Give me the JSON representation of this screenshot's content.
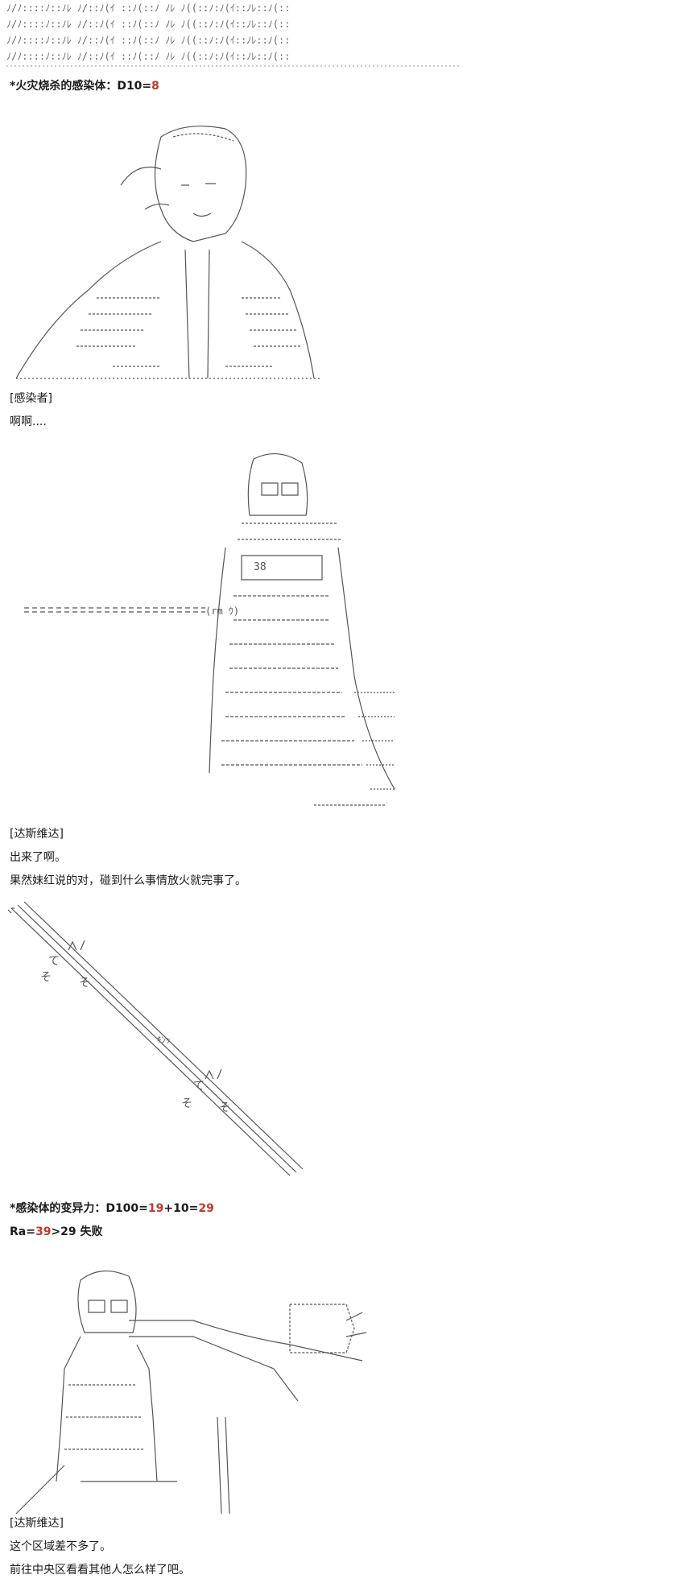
{
  "colors": {
    "text": "#1b1b1b",
    "roll_result": "#c0392b",
    "ascii_art": "#555555"
  },
  "roll1": {
    "label": "*火灾烧杀的感染体：D10=",
    "result": "8"
  },
  "block1": {
    "speaker": "[感染者]",
    "line1": "啊啊...."
  },
  "block2": {
    "speaker": "[达斯维达]",
    "line1": "出来了啊。",
    "line2": "果然妹红说的对，碰到什么事情放火就完事了。"
  },
  "sfx": {
    "kin": "ｷﾝｯ",
    "te": "て",
    "so": "そ"
  },
  "roll2": {
    "label": "*感染体的变异力：D100=",
    "r1": "19",
    "plus": "+10=",
    "r2": "29"
  },
  "roll3": {
    "prefix": "Ra=",
    "r": "39",
    "suffix": ">29 失败"
  },
  "block3": {
    "speaker": "[达斯维达]",
    "line1": "这个区域差不多了。",
    "line2": "前往中央区看看其他人怎么样了吧。"
  },
  "art_glyphs": {
    "fire": "ﾉ/ﾉ::::ﾉ::ﾉﾚ ﾉ/::ﾉ(ｲ ::ﾉ(::ﾉ ﾉﾚ ﾉ((::ﾉ:ﾉ(ｲ::ﾉﾚ::ﾉ(::",
    "num": "38",
    "rm": "(rm ｳ)"
  }
}
